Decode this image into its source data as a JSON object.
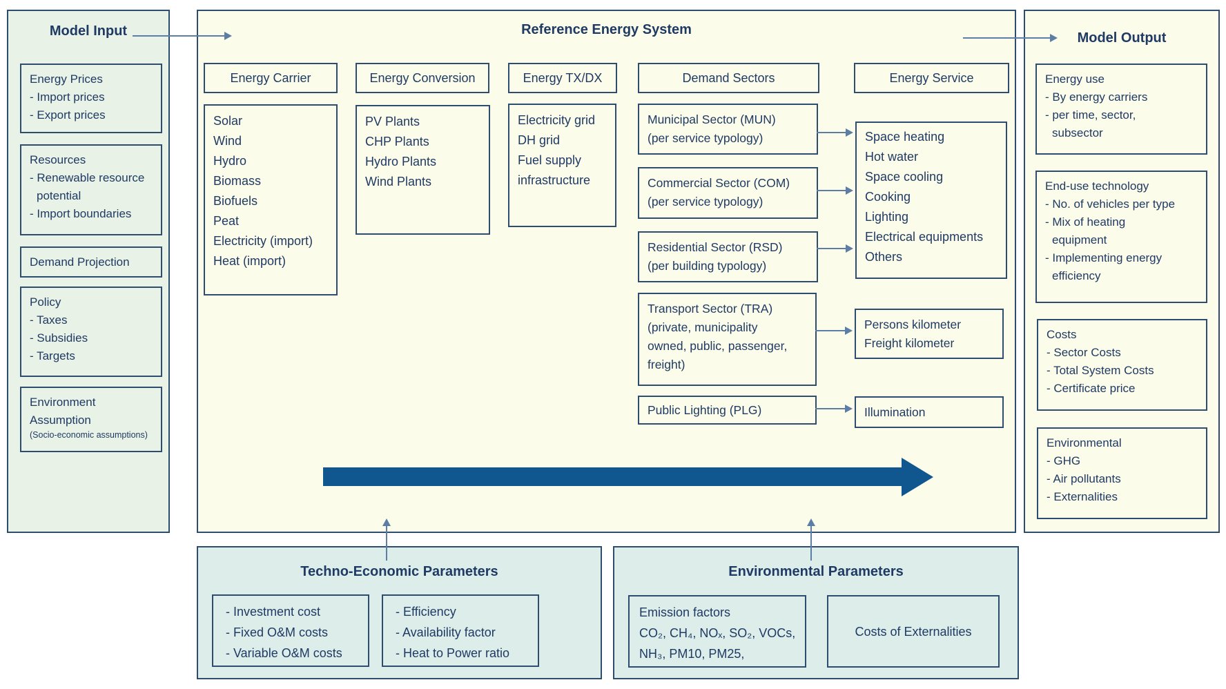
{
  "model_input": {
    "title": "Model Input",
    "energy_prices": [
      "Energy Prices",
      "- Import prices",
      "- Export prices"
    ],
    "resources": [
      "Resources",
      "- Renewable resource",
      "potential",
      "- Import boundaries"
    ],
    "demand_projection": "Demand Projection",
    "policy": [
      "Policy",
      "- Taxes",
      "- Subsidies",
      "- Targets"
    ],
    "environment": [
      "Environment",
      "Assumption"
    ],
    "environment_note": "(Socio-economic assumptions)"
  },
  "reference_energy_system": {
    "title": "Reference Energy System",
    "headers": {
      "carrier": "Energy Carrier",
      "conversion": "Energy Conversion",
      "txdx": "Energy TX/DX",
      "demand": "Demand Sectors",
      "service": "Energy Service"
    },
    "carriers": [
      "Solar",
      "Wind",
      "Hydro",
      "Biomass",
      "Biofuels",
      "Peat",
      "Electricity (import)",
      "Heat (import)"
    ],
    "conversion": [
      "PV Plants",
      "CHP Plants",
      "Hydro Plants",
      "Wind Plants"
    ],
    "txdx": [
      "Electricity grid",
      "DH grid",
      "Fuel supply",
      "infrastructure"
    ],
    "demand": {
      "mun": [
        "Municipal Sector (MUN)",
        "(per service typology)"
      ],
      "com": [
        "Commercial Sector (COM)",
        "(per service typology)"
      ],
      "rsd": [
        "Residential Sector (RSD)",
        "(per building typology)"
      ],
      "tra": [
        "Transport Sector (TRA)",
        "(private, municipality",
        "owned, public, passenger,",
        "freight)"
      ],
      "plg": "Public Lighting (PLG)"
    },
    "services": {
      "building": [
        "Space heating",
        "Hot water",
        "Space cooling",
        "Cooking",
        "Lighting",
        "Electrical equipments",
        "Others"
      ],
      "transport": [
        "Persons kilometer",
        "Freight kilometer"
      ],
      "lighting": "Illumination"
    }
  },
  "model_output": {
    "title": "Model Output",
    "energy_use": [
      "Energy use",
      "- By energy carriers",
      "- per time, sector,",
      "subsector"
    ],
    "end_use": [
      "End-use technology",
      "- No. of vehicles per type",
      "- Mix of heating",
      "equipment",
      "- Implementing energy",
      "efficiency"
    ],
    "costs": [
      "Costs",
      "- Sector Costs",
      "- Total System Costs",
      "- Certificate price"
    ],
    "environmental": [
      "Environmental",
      "- GHG",
      "- Air pollutants",
      "- Externalities"
    ]
  },
  "techno_economic": {
    "title": "Techno-Economic Parameters",
    "box1": [
      "- Investment cost",
      "- Fixed O&M costs",
      "- Variable O&M costs"
    ],
    "box2": [
      "- Efficiency",
      "- Availability factor",
      "- Heat to Power ratio"
    ]
  },
  "environmental_parameters": {
    "title": "Environmental Parameters",
    "emission_factors": [
      "Emission factors",
      "CO₂, CH₄, NOₓ, SO₂, VOCs,",
      "NH₃, PM10, PM25,"
    ],
    "externalities": "Costs of Externalities"
  }
}
